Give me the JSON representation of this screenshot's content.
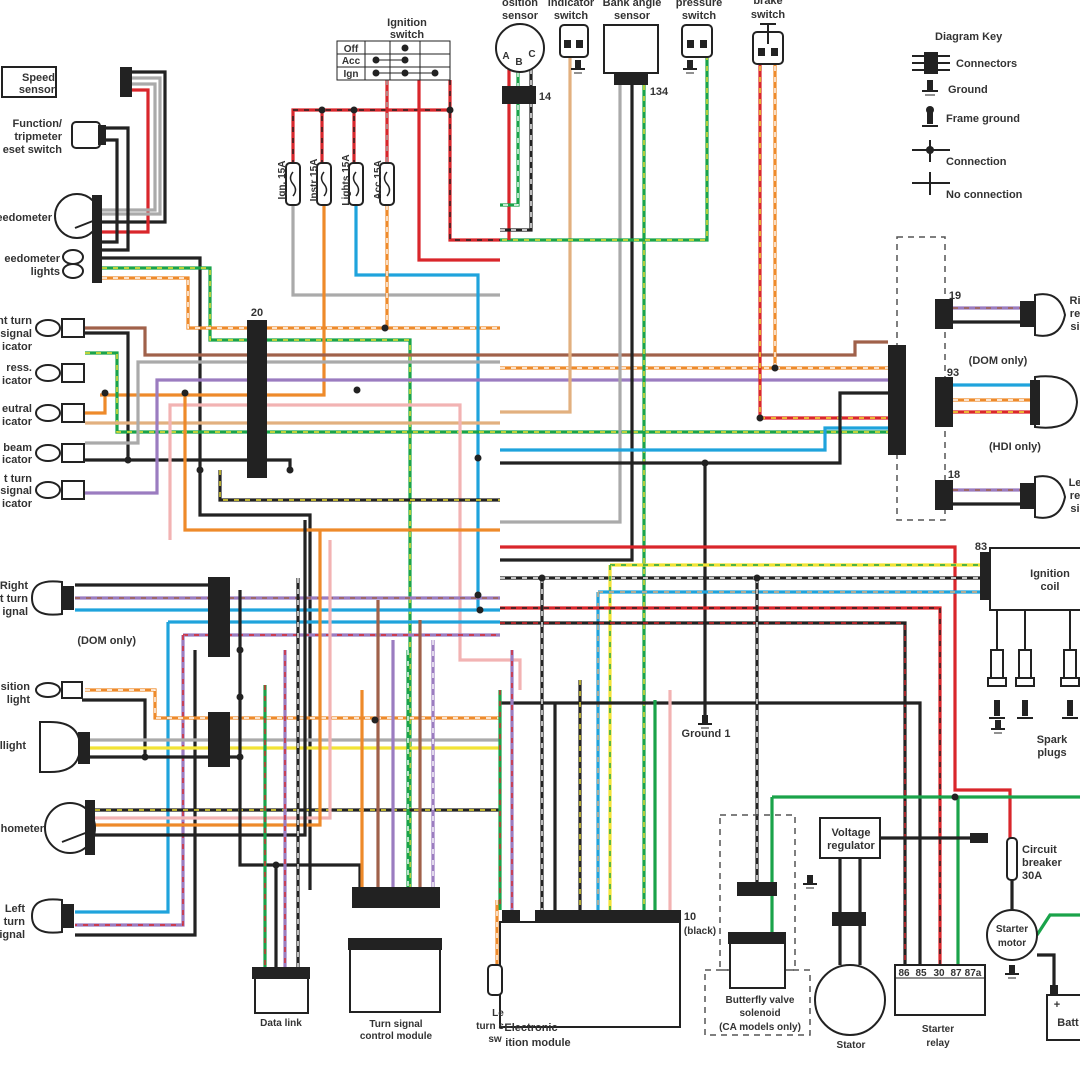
{
  "wire_colors": {
    "red": "#d9262b",
    "black": "#222222",
    "orange": "#ee8a2a",
    "tan": "#e2b07f",
    "blue": "#1fa3dc",
    "green": "#1aa34a",
    "violet": "#9b7cc0",
    "pink": "#f2b3b3",
    "brown": "#a0614a",
    "gray": "#aaaaaa",
    "yellow": "#f2e335",
    "white": "#ffffff"
  },
  "labels": {
    "speed_sensor": [
      "Speed",
      "sensor"
    ],
    "function_switch": [
      "Function/",
      "tripmeter",
      "eset switch"
    ],
    "speedometer": "eedometer",
    "speedometer_lights": [
      "eedometer",
      "lights"
    ],
    "right_turn_indicator": [
      "nt turn",
      "signal",
      "icator"
    ],
    "oil_press_indicator": [
      "ress.",
      "icator"
    ],
    "neutral_indicator": [
      "eutral",
      "icator"
    ],
    "high_beam_indicator": [
      "beam",
      "icator"
    ],
    "left_turn_indicator": [
      "t turn",
      "signal",
      "icator"
    ],
    "right_front_turn": [
      "Right",
      "t turn",
      "ignal"
    ],
    "dom_only_front": "(DOM only)",
    "position_light": [
      "sition",
      "light"
    ],
    "headlight": "llight",
    "tachometer": "hometer",
    "left_front_turn": [
      "Left",
      "turn",
      "ignal"
    ],
    "ignition_switch": [
      "Ignition",
      "switch"
    ],
    "ignition_switch_rows": [
      "Off",
      "Acc",
      "Ign"
    ],
    "fuses": [
      "Ign. 15A",
      "Instr 15A",
      "Lights 15A",
      "Acc 15A"
    ],
    "position_sensor": [
      "osition",
      "sensor"
    ],
    "position_sensor_pins": [
      "A",
      "B",
      "C"
    ],
    "indicator_switch": [
      "indicator",
      "switch"
    ],
    "bank_angle_sensor": [
      "Bank angle",
      "sensor"
    ],
    "pressure_switch": [
      "pressure",
      "switch"
    ],
    "brake_switch": [
      "brake",
      "switch"
    ],
    "connector_14": "14",
    "connector_134": "134",
    "connector_20": "20",
    "connector_19": "19",
    "connector_93": "93",
    "connector_18": "18",
    "connector_83": "83",
    "connector_10": [
      "10",
      "(black)"
    ],
    "right_rear_signal": [
      "Ri",
      "re",
      "si"
    ],
    "left_rear_signal": [
      "Le",
      "re",
      "si"
    ],
    "dom_only_rear": "(DOM only)",
    "hdi_only": "(HDI only)",
    "ignition_coil": [
      "Ignition",
      "coil"
    ],
    "spark_plugs": [
      "Spark",
      "plugs"
    ],
    "ground_1": "Ground 1",
    "voltage_regulator": [
      "Voltage",
      "regulator"
    ],
    "circuit_breaker": [
      "Circuit",
      "breaker",
      "30A"
    ],
    "starter_motor": [
      "Starter",
      "motor"
    ],
    "battery": "Batt",
    "battery_plus": "+",
    "data_link": "Data link",
    "turn_signal_module": [
      "Turn signal",
      "control module"
    ],
    "left_turn_switch": [
      "Le",
      "turn s",
      "sw"
    ],
    "electronic_ignition_module": [
      "Electronic",
      "ition module"
    ],
    "butterfly_valve": [
      "Butterfly valve",
      "solenoid",
      "(CA models only)"
    ],
    "stator": "Stator",
    "starter_relay": [
      "Starter",
      "relay"
    ],
    "relay_pins": [
      "86",
      "85",
      "30",
      "87",
      "87a"
    ]
  },
  "diagram_key": {
    "title": "Diagram Key",
    "items": [
      "Connectors",
      "Ground",
      "Frame ground",
      "Connection",
      "No connection"
    ]
  }
}
